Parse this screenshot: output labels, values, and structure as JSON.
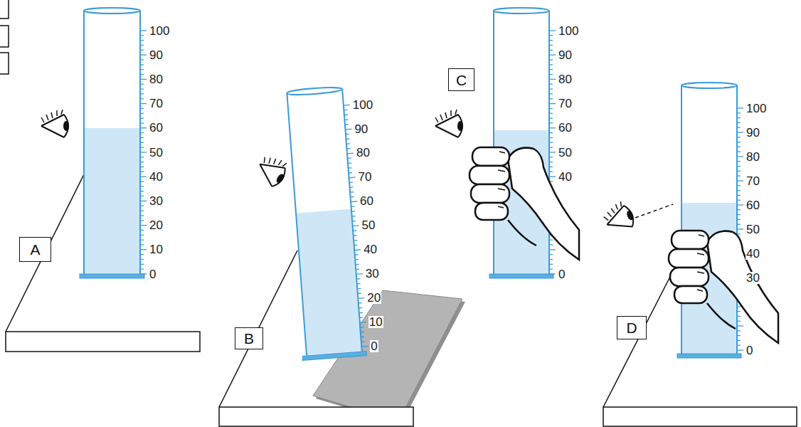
{
  "diagram": {
    "nodes": [
      {
        "text": [
          "A"
        ]
      },
      {
        "text": [
          "B"
        ]
      },
      {
        "text": [
          "C"
        ]
      },
      {
        "text": [
          "D"
        ]
      }
    ],
    "labels": [
      "100",
      "90",
      "80",
      "70",
      "60",
      "50",
      "40",
      "30",
      "20",
      "10",
      "0",
      "100",
      "90",
      "80",
      "70",
      "60",
      "50",
      "40",
      "30",
      "20",
      "10",
      "0",
      "100",
      "90",
      "80",
      "70",
      "60",
      "50",
      "40",
      "0",
      "100",
      "90",
      "80",
      "70",
      "60",
      "50",
      "40",
      "30",
      "0"
    ]
  }
}
